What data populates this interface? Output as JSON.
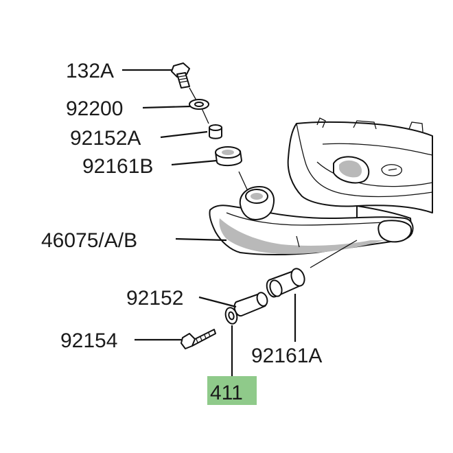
{
  "diagram": {
    "parts": [
      {
        "id": "bolt-132a",
        "label": "132A"
      },
      {
        "id": "washer-92200",
        "label": "92200"
      },
      {
        "id": "collar-92152a",
        "label": "92152A"
      },
      {
        "id": "bush-92161b",
        "label": "92161B"
      },
      {
        "id": "footrest-46075",
        "label": "46075/A/B"
      },
      {
        "id": "collar-92152",
        "label": "92152"
      },
      {
        "id": "bolt-92154",
        "label": "92154"
      },
      {
        "id": "bush-92161a",
        "label": "92161A"
      },
      {
        "id": "washer-411",
        "label": "411"
      }
    ],
    "highlight": {
      "part": "411",
      "color": "#8fca8a"
    },
    "colors": {
      "line": "#111111",
      "shade": "#b9b9b9",
      "background": "#ffffff"
    }
  }
}
